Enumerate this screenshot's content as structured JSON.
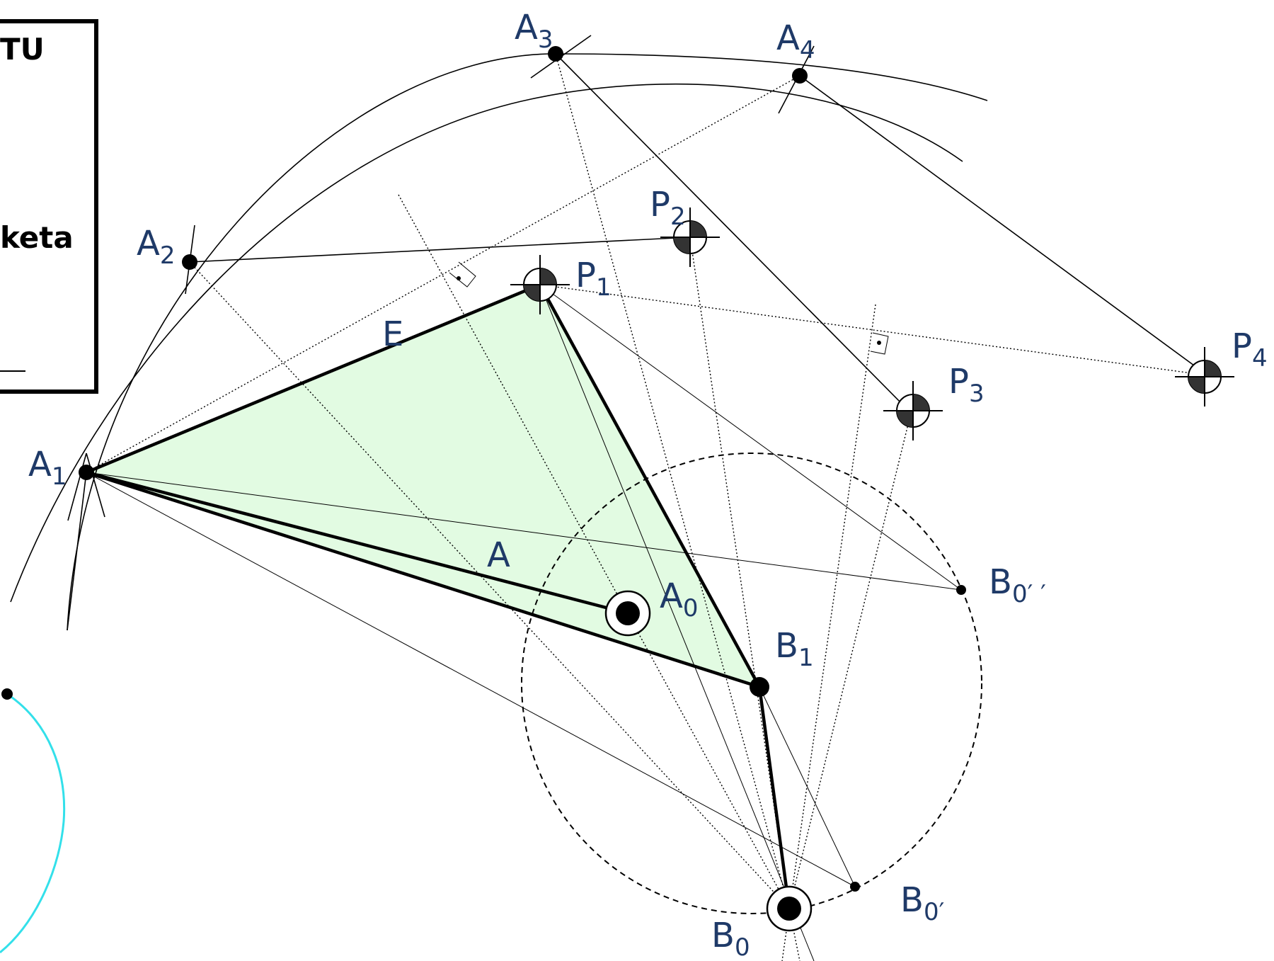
{
  "box": {
    "line1": "TU",
    "line2": "keta"
  },
  "labels": {
    "A1": {
      "main": "A",
      "sub": "1"
    },
    "A2": {
      "main": "A",
      "sub": "2"
    },
    "A3": {
      "main": "A",
      "sub": "3"
    },
    "A4": {
      "main": "A",
      "sub": "4"
    },
    "P1": {
      "main": "P",
      "sub": "1"
    },
    "P2": {
      "main": "P",
      "sub": "2"
    },
    "P3": {
      "main": "P",
      "sub": "3"
    },
    "P4": {
      "main": "P",
      "sub": "4"
    },
    "E": "E",
    "A": "A",
    "A0": {
      "main": "A",
      "sub": "0"
    },
    "B1": {
      "main": "B",
      "sub": "1"
    },
    "B0": {
      "main": "B",
      "sub": "0"
    },
    "B0p": {
      "main": "B",
      "sub": "0′"
    },
    "B0pp": {
      "main": "B",
      "sub": "0′ ′"
    }
  },
  "colors": {
    "label": "#1f3a68",
    "fill_triangle": "#e2fbe2",
    "cyan_arc": "#33e0ea",
    "ink": "#000000"
  }
}
